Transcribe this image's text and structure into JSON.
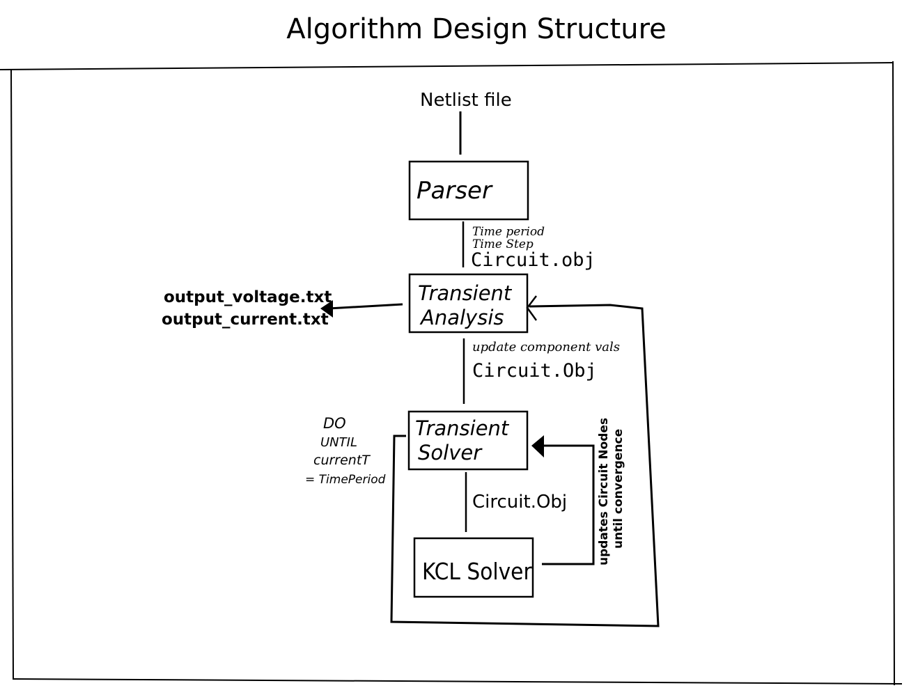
{
  "title": "Algorithm Design Structure",
  "input_label": "Netlist file",
  "boxes": {
    "parser": {
      "label": "Parser"
    },
    "transient_analysis": {
      "line1": "Transient",
      "line2": "Analysis"
    },
    "transient_solver": {
      "line1": "Transient",
      "line2": "Solver"
    },
    "kcl_solver": {
      "label": "KCL Solver"
    }
  },
  "edges": {
    "parser_to_analysis": {
      "line1": "Time period",
      "line2": "Time Step",
      "line3": "Circuit.obj"
    },
    "analysis_to_solver": {
      "line1": "update component vals",
      "line2": "Circuit.Obj"
    },
    "solver_to_kcl": {
      "label": "Circuit.Obj"
    },
    "kcl_feedback": {
      "line1": "updates Circuit Nodes",
      "line2": "until convergence"
    },
    "loop_condition": {
      "line1": "DO",
      "line2": "UNTIL",
      "line3": "currentT",
      "line4": "= TimePeriod"
    },
    "outputs": {
      "line1": "output_voltage.txt",
      "line2": "output_current.txt"
    }
  }
}
